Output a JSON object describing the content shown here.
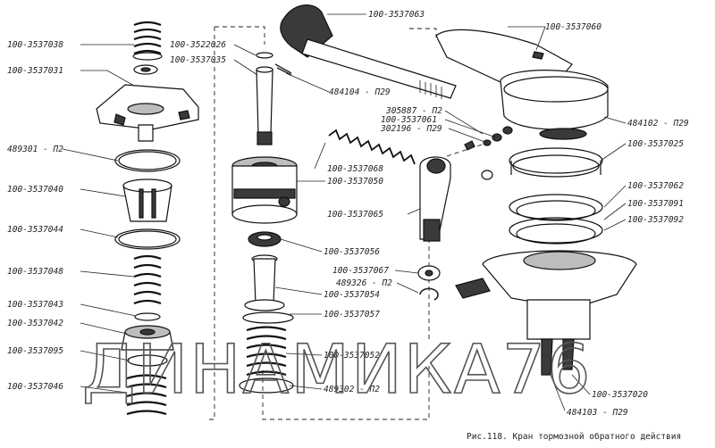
{
  "diagram": {
    "caption": "Рис.118. Кран тормозной обратного действия",
    "watermark": "ДИНАМИКА76",
    "labels": [
      {
        "id": "l01",
        "text": "100-3537038"
      },
      {
        "id": "l02",
        "text": "100-3537031"
      },
      {
        "id": "l03",
        "text": "489301 - П2"
      },
      {
        "id": "l04",
        "text": "100-3537040"
      },
      {
        "id": "l05",
        "text": "100-3537044"
      },
      {
        "id": "l06",
        "text": "100-3537048"
      },
      {
        "id": "l07",
        "text": "100-3537043"
      },
      {
        "id": "l08",
        "text": "100-3537042"
      },
      {
        "id": "l09",
        "text": "100-3537095"
      },
      {
        "id": "l10",
        "text": "100-3537046"
      },
      {
        "id": "l11",
        "text": "100-3522026"
      },
      {
        "id": "l12",
        "text": "100-3537035"
      },
      {
        "id": "l13",
        "text": "100-3537063"
      },
      {
        "id": "l14",
        "text": "484104 - П29"
      },
      {
        "id": "l15",
        "text": "100-3537060"
      },
      {
        "id": "l16",
        "text": "305887 - П2"
      },
      {
        "id": "l17",
        "text": "100-3537061"
      },
      {
        "id": "l18",
        "text": "302196 - П29"
      },
      {
        "id": "l19",
        "text": "484102 - П29"
      },
      {
        "id": "l20",
        "text": "100-3537025"
      },
      {
        "id": "l21",
        "text": "100-3537068"
      },
      {
        "id": "l22",
        "text": "100-3537050"
      },
      {
        "id": "l23",
        "text": "100-3537065"
      },
      {
        "id": "l24",
        "text": "100-3537062"
      },
      {
        "id": "l25",
        "text": "100-3537091"
      },
      {
        "id": "l26",
        "text": "100-3537092"
      },
      {
        "id": "l27",
        "text": "100-3537056"
      },
      {
        "id": "l28",
        "text": "100-3537067"
      },
      {
        "id": "l29",
        "text": "489326 - П2"
      },
      {
        "id": "l30",
        "text": "100-3537054"
      },
      {
        "id": "l31",
        "text": "100-3537057"
      },
      {
        "id": "l32",
        "text": "100-3537052"
      },
      {
        "id": "l33",
        "text": "489302 - П2"
      },
      {
        "id": "l34",
        "text": "100-3537020"
      },
      {
        "id": "l35",
        "text": "484103 - П29"
      }
    ]
  }
}
